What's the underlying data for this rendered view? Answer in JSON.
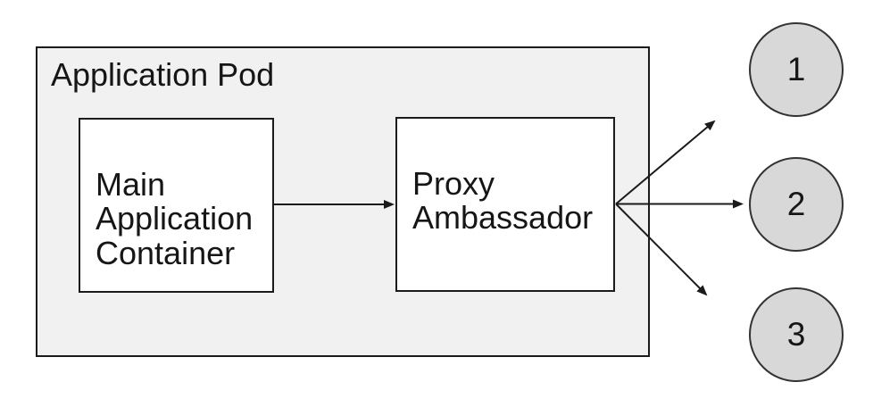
{
  "diagram": {
    "pod": {
      "label": "Application Pod"
    },
    "nodes": [
      {
        "name": "main-application-container",
        "label": "Main\nApplication\nContainer"
      },
      {
        "name": "proxy-ambassador",
        "label": "Proxy\nAmbassador"
      }
    ],
    "connections": [
      {
        "from": "main-application-container",
        "to": "proxy-ambassador"
      },
      {
        "from": "proxy-ambassador",
        "to": "endpoint-1"
      },
      {
        "from": "proxy-ambassador",
        "to": "endpoint-2"
      },
      {
        "from": "proxy-ambassador",
        "to": "endpoint-3"
      }
    ],
    "endpoints": [
      {
        "label": "1"
      },
      {
        "label": "2"
      },
      {
        "label": "3"
      }
    ],
    "colors": {
      "canvas_background": "#ffffff",
      "pod_fill": "#f1f1f2",
      "node_fill": "#ffffff",
      "endpoint_fill": "#d8d8d8",
      "stroke": "#1b1b1b"
    }
  }
}
